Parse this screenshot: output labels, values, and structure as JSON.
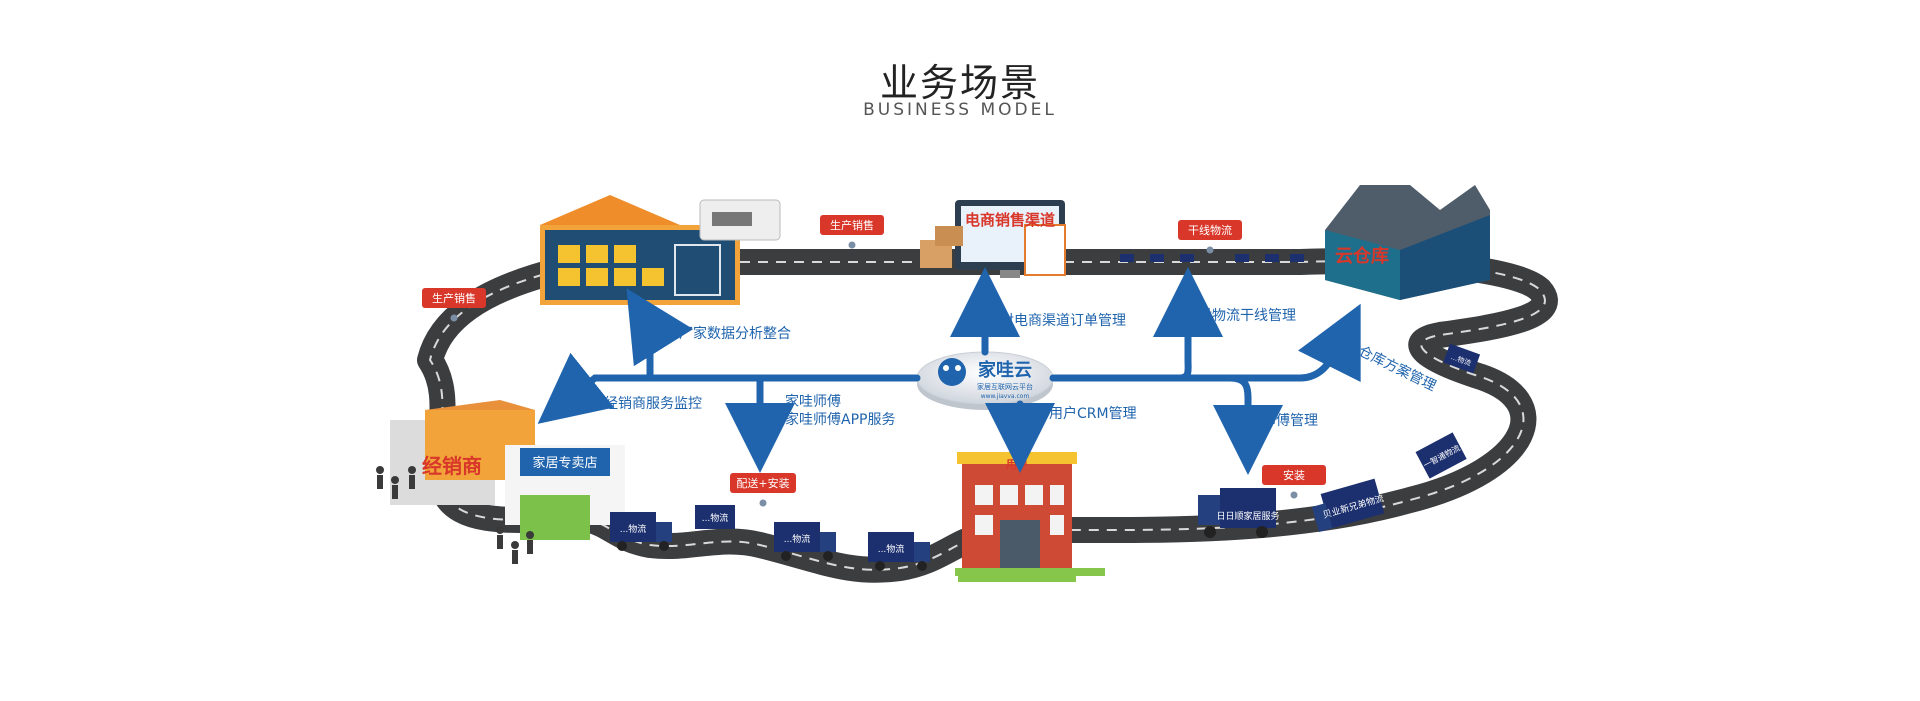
{
  "header": {
    "title": "业务场景",
    "subtitle": "BUSINESS MODEL"
  },
  "hub": {
    "name": "家哇云",
    "tagline": "家居互联网云平台",
    "url": "www.jiavva.com"
  },
  "nodes": {
    "factory": "",
    "ecommerce": "电商销售渠道",
    "warehouse": "云仓库",
    "dealer": "经销商",
    "store": "家居专卖店",
    "user": "用户"
  },
  "arrows": {
    "factory_data": "对厂家数据分析整合",
    "ecommerce_orders": "对电商渠道订单管理",
    "trunk_logistics": "对物流干线管理",
    "warehouse_plan": "对仓库方案管理",
    "dealer_monitor": "对经销商服务监控",
    "app_brand": "家哇师傅",
    "app_service": "家哇师傅APP服务",
    "user_crm": "对用户CRM管理",
    "master_mgmt": "师傅管理"
  },
  "tags": {
    "production_sales_top": "生产销售",
    "production_sales_left": "生产销售",
    "trunk": "干线物流",
    "delivery_install": "配送+安装",
    "install": "安装"
  },
  "trucks": {
    "t1": "...物流",
    "t2": "...物流",
    "t3": "...物流",
    "t4": "...物流",
    "t5": "日日顺家居服务",
    "t6": "贝业新兄弟物流",
    "t7": "一智通物流",
    "t8": "...物流"
  },
  "colors": {
    "arrow": "#1f64ad",
    "tag": "#d8372a",
    "road": "#3c3d3f",
    "truck": "#1c2f6e"
  }
}
